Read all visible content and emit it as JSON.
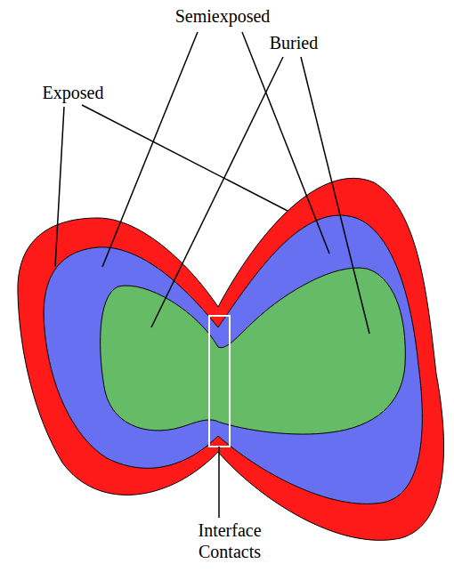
{
  "diagram": {
    "labels": [
      "Semiexposed",
      "Buried",
      "Exposed",
      "Interface Contacts"
    ]
  }
}
